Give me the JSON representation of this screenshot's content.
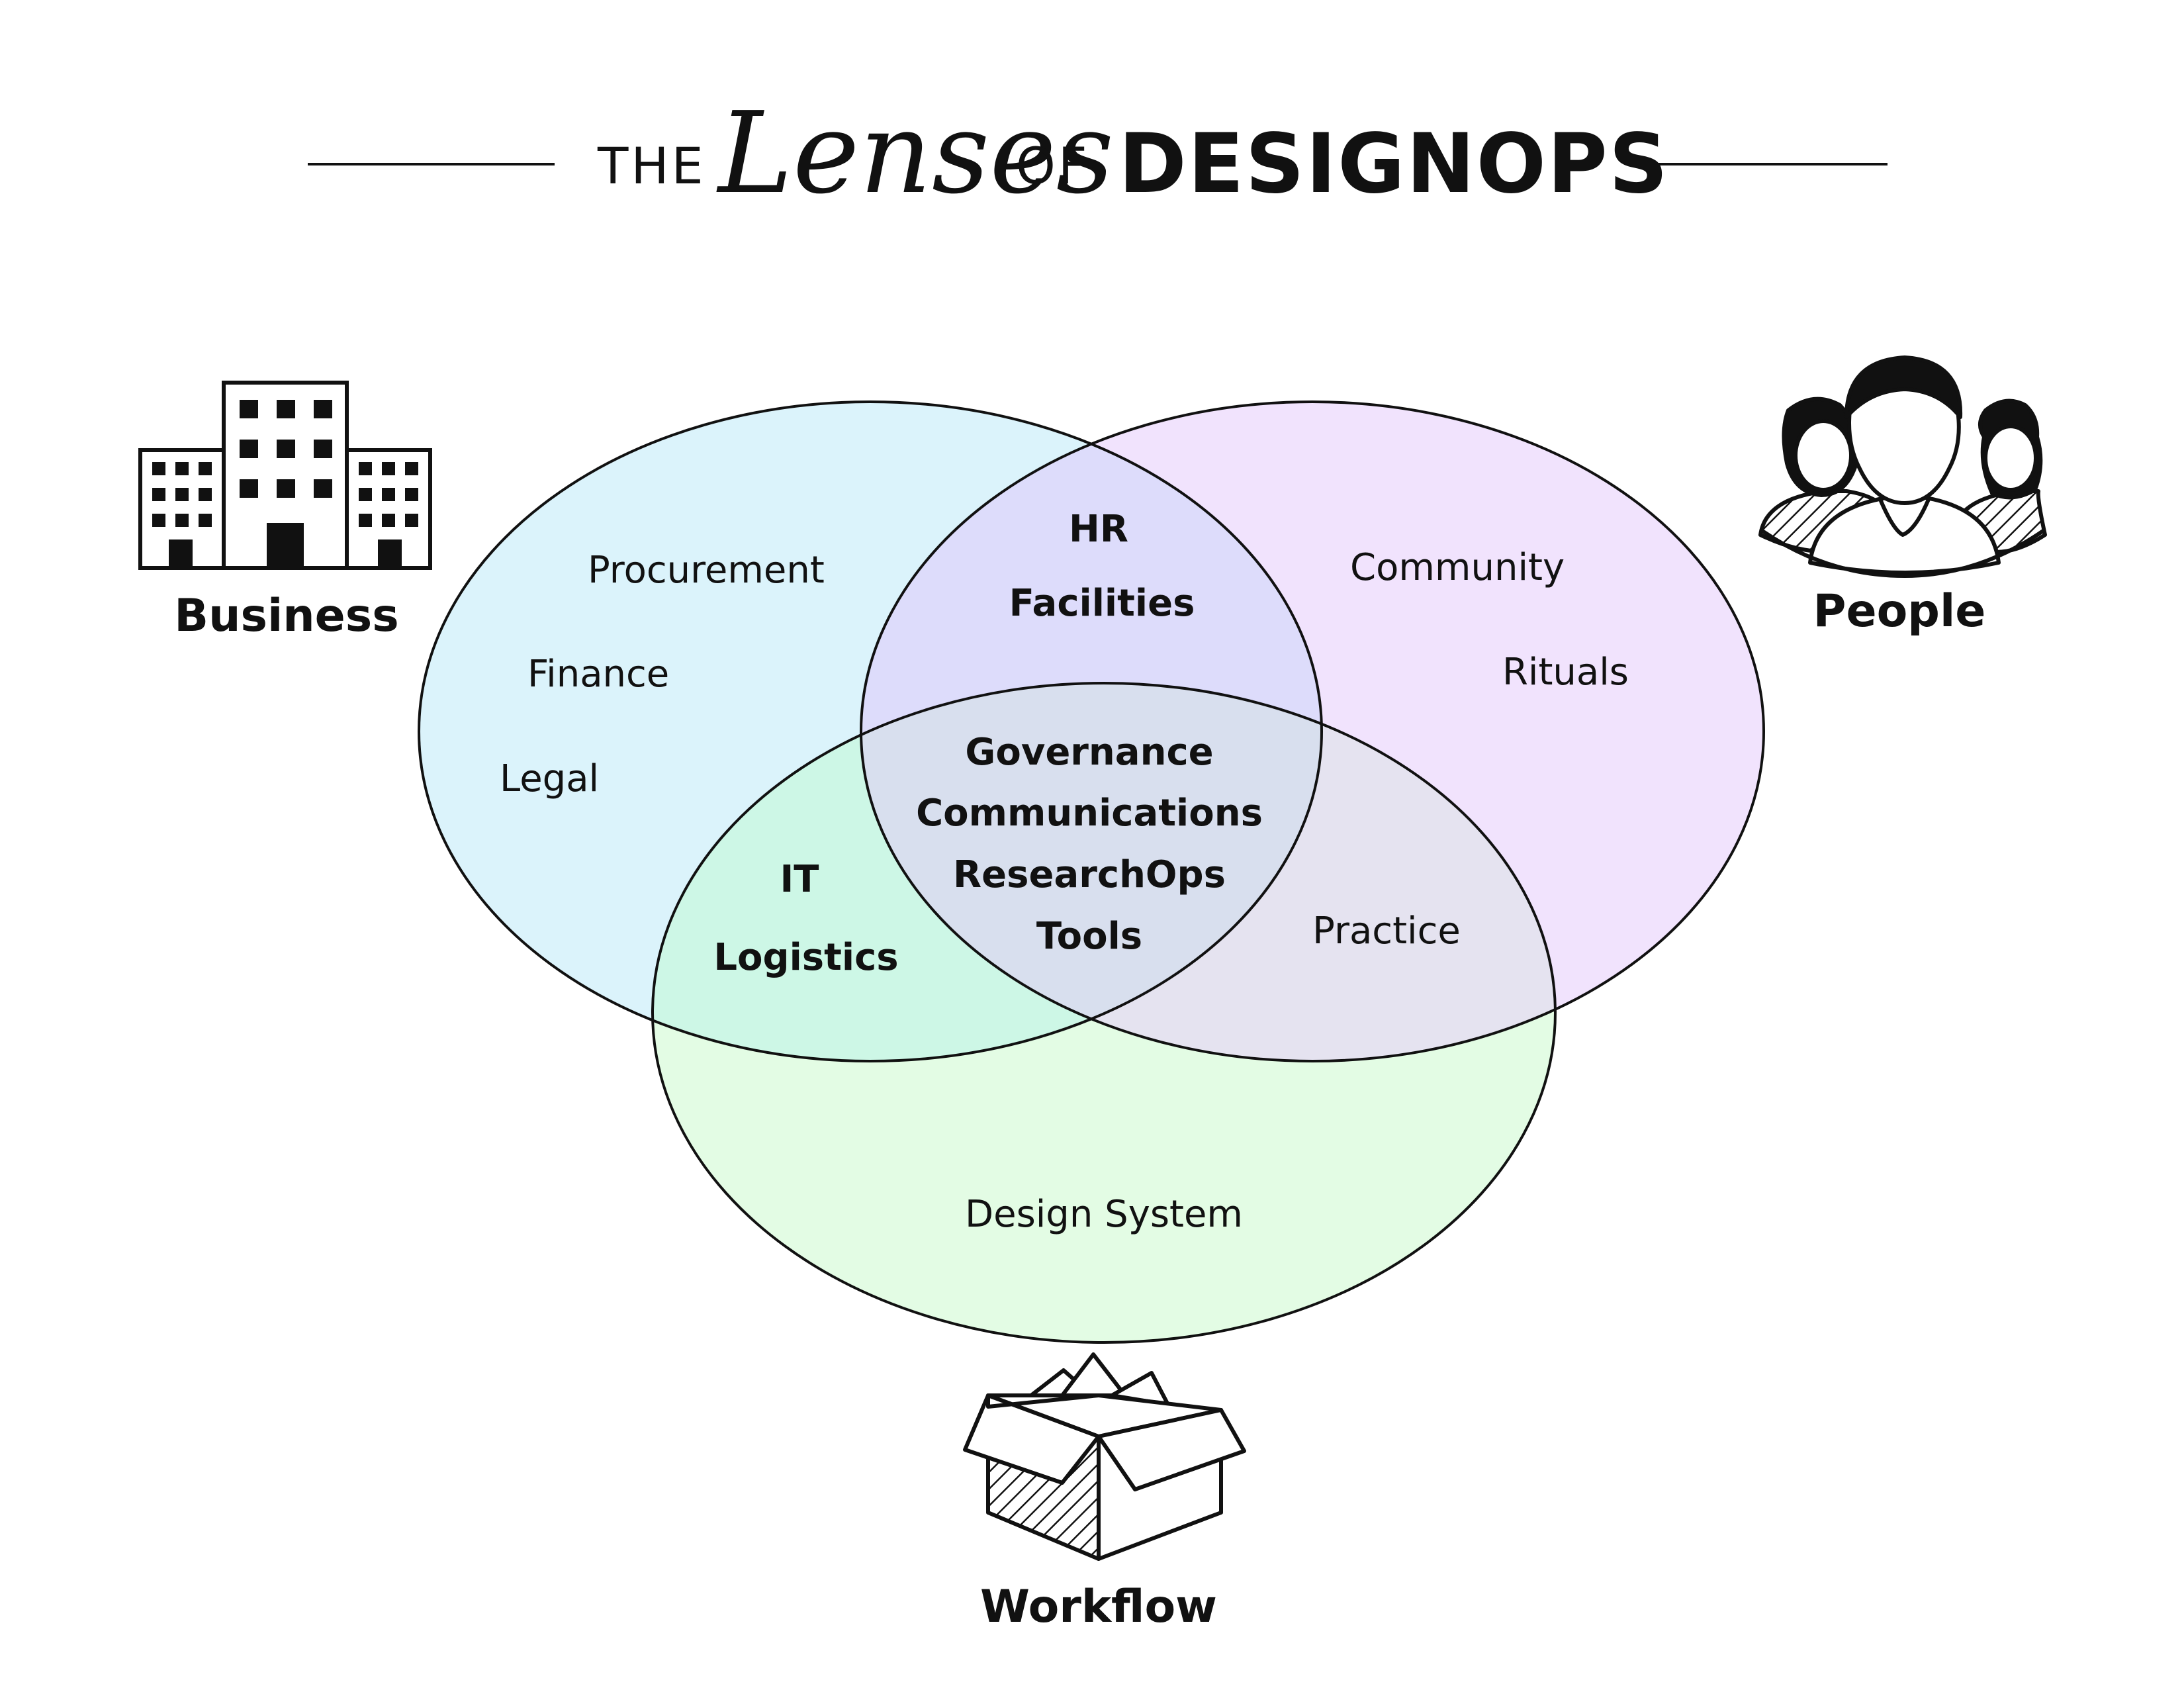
{
  "title": {
    "prefix": "THE",
    "script": "Lenses",
    "middle": "OF",
    "main": "DESIGNOPS"
  },
  "lenses": {
    "business": {
      "label": "Business",
      "icon": "building-icon",
      "color": "#dbf3fb"
    },
    "people": {
      "label": "People",
      "icon": "people-icon",
      "color": "#f1e3fd"
    },
    "workflow": {
      "label": "Workflow",
      "icon": "open-box-icon",
      "color": "#e3fce4"
    }
  },
  "overlap_colors": {
    "business_people": "#dddcfb",
    "business_workflow": "#cdf7e6",
    "people_workflow": "#e5e3f0",
    "all": "#d8dfee"
  },
  "regions": {
    "business_only": [
      "Procurement",
      "Finance",
      "Legal"
    ],
    "people_only": [
      "Community",
      "Rituals"
    ],
    "workflow_only": [
      "Design System"
    ],
    "business_people": [
      "HR",
      "Facilities"
    ],
    "business_workflow": [
      "IT",
      "Logistics"
    ],
    "people_workflow": [
      "Practice"
    ],
    "all_three": [
      "Governance",
      "Communications",
      "ResearchOps",
      "Tools"
    ]
  }
}
